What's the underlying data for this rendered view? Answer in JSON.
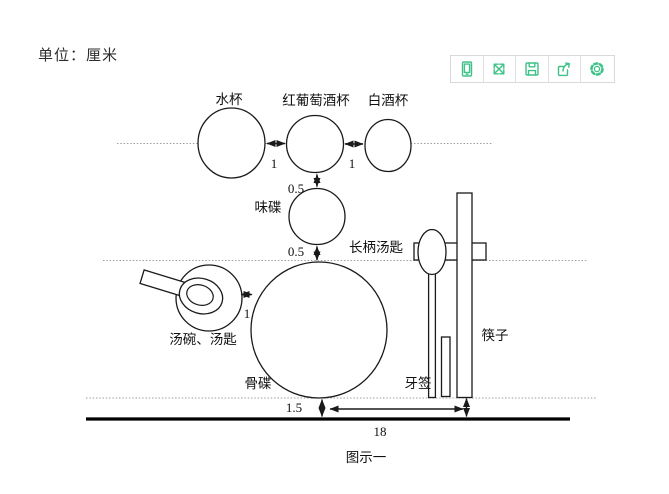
{
  "header": {
    "unit_label": "单位：厘米"
  },
  "toolbar": {
    "buttons": [
      {
        "name": "mobile-preview"
      },
      {
        "name": "fullscreen"
      },
      {
        "name": "save"
      },
      {
        "name": "share"
      },
      {
        "name": "settings"
      }
    ],
    "accent_green": "#3fc287"
  },
  "diagram": {
    "labels": {
      "water_cup": "水杯",
      "red_wine_glass": "红葡萄酒杯",
      "white_wine_glass": "白酒杯",
      "taste_dish": "味碟",
      "long_handle_spoon": "长柄汤匙",
      "soup_bowl_spoon": "汤碗、汤匙",
      "bone_plate": "骨碟",
      "toothpick": "牙签",
      "chopsticks": "筷子"
    },
    "measurements": {
      "water_to_redwine": "1",
      "redwine_to_whitewine": "1",
      "redwine_to_tastedish": "0.5",
      "tastedish_to_boneplate": "0.5",
      "soupbowl_to_boneplate": "1",
      "boneplate_to_table_edge": "1.5",
      "boneplate_to_chopsticks": "18"
    },
    "caption": "图示一",
    "colors": {
      "line": "#1a1a1a",
      "guide": "#9e9e9e",
      "table_edge": "#000000"
    }
  }
}
